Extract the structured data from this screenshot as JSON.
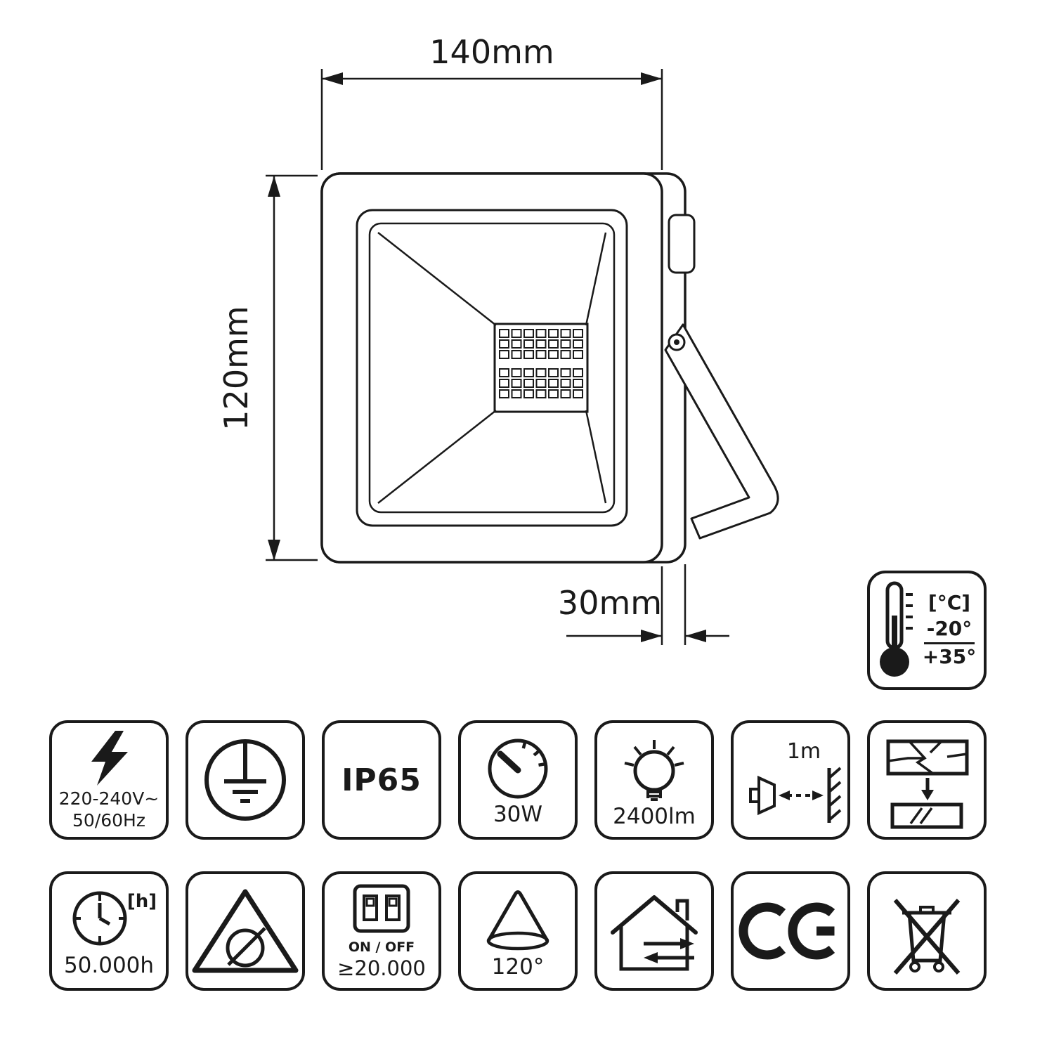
{
  "drawing": {
    "width_label": "140mm",
    "height_label": "120mm",
    "depth_label": "30mm"
  },
  "temperature": {
    "unit": "[°C]",
    "min": "-20°",
    "max": "+35°",
    "icon": "thermometer-icon"
  },
  "specs": {
    "voltage_line1": "220-240V~",
    "voltage_line2": "50/60Hz",
    "ip_rating": "IP65",
    "wattage": "30W",
    "luminous_flux": "2400lm",
    "min_distance": "1m",
    "lifetime_hours_unit": "[h]",
    "lifetime": "50.000h",
    "switch_mode": "ON / OFF",
    "switch_cycles": "≥20.000",
    "beam_angle": "120°",
    "ce_mark": "CE"
  },
  "icons": {
    "row1": [
      "lightning-bolt-icon",
      "protective-earth-icon",
      "ip65-text",
      "power-meter-icon",
      "light-bulb-icon",
      "distance-to-surface-icon",
      "glass-panel-icon"
    ],
    "row2": [
      "clock-icon",
      "no-dimmer-warning-icon",
      "rocker-switch-icon",
      "beam-cone-icon",
      "house-arrows-icon",
      "ce-mark-icon",
      "crossed-out-bin-icon"
    ]
  },
  "colors": {
    "line": "#1a1a1a",
    "background": "#ffffff"
  }
}
